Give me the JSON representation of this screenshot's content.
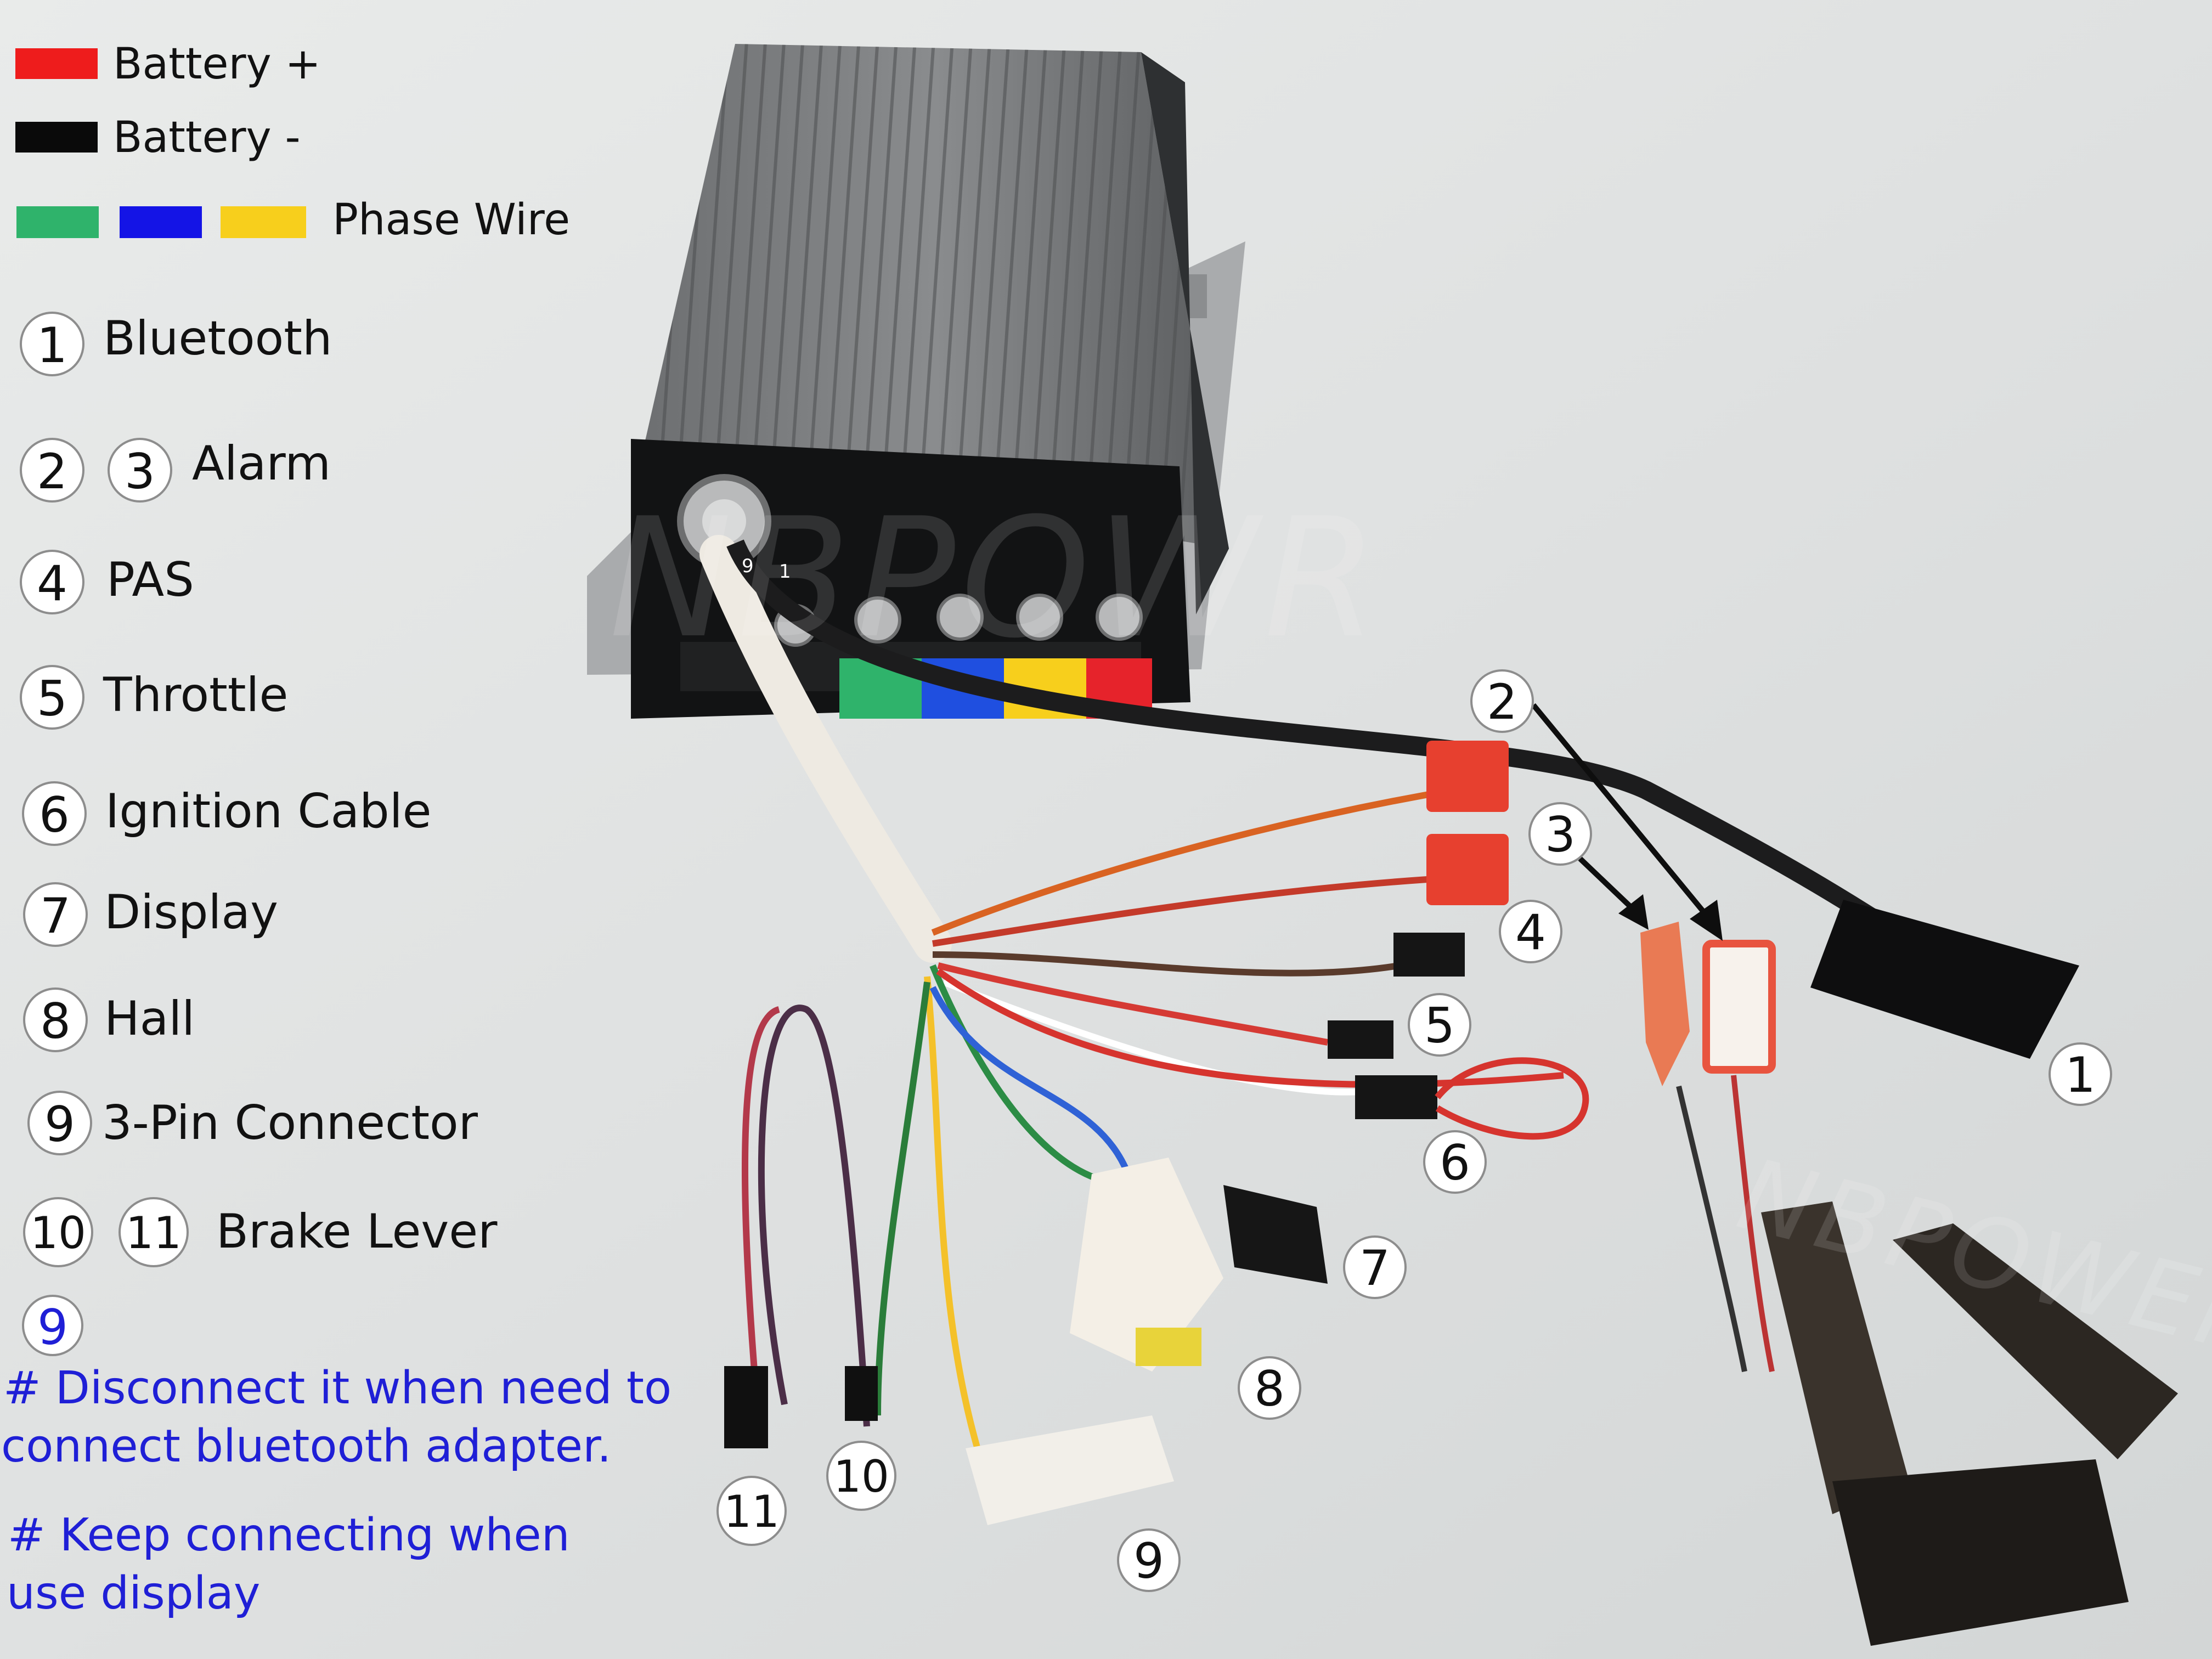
{
  "legend": {
    "battery_pos": {
      "label": "Battery +",
      "color": "#ee1c1c"
    },
    "battery_neg": {
      "label": "Battery -",
      "color": "#0a0a0a"
    },
    "phase": {
      "label": "Phase Wire",
      "colors": [
        "#2fb36b",
        "#1414e6",
        "#f7cf1c"
      ]
    }
  },
  "components": {
    "c1": {
      "num": "1",
      "label": "Bluetooth"
    },
    "c2": {
      "num": "2"
    },
    "c3": {
      "num": "3",
      "label": "Alarm"
    },
    "c4": {
      "num": "4",
      "label": "PAS"
    },
    "c5": {
      "num": "5",
      "label": "Throttle"
    },
    "c6": {
      "num": "6",
      "label": "Ignition Cable"
    },
    "c7": {
      "num": "7",
      "label": "Display"
    },
    "c8": {
      "num": "8",
      "label": "Hall"
    },
    "c9": {
      "num": "9",
      "label": "3-Pin Connector"
    },
    "c10": {
      "num": "10"
    },
    "c11": {
      "num": "11",
      "label": "Brake Lever"
    }
  },
  "notes": {
    "ref_num": "9",
    "line1": "# Disconnect it when need to",
    "line2": "connect bluetooth adapter.",
    "line3": "# Keep connecting when",
    "line4": "use display",
    "color": "#1f1fd6"
  },
  "photo_callouts": {
    "c1": "1",
    "c2": "2",
    "c3": "3",
    "c4": "4",
    "c5": "5",
    "c6": "6",
    "c7": "7",
    "c8": "8",
    "c9": "9",
    "c10": "10",
    "c11": "11",
    "port_mark_a": "9",
    "port_mark_b": "1"
  },
  "watermark": {
    "main": "NBPOWR",
    "fob": "NBPOWER"
  }
}
